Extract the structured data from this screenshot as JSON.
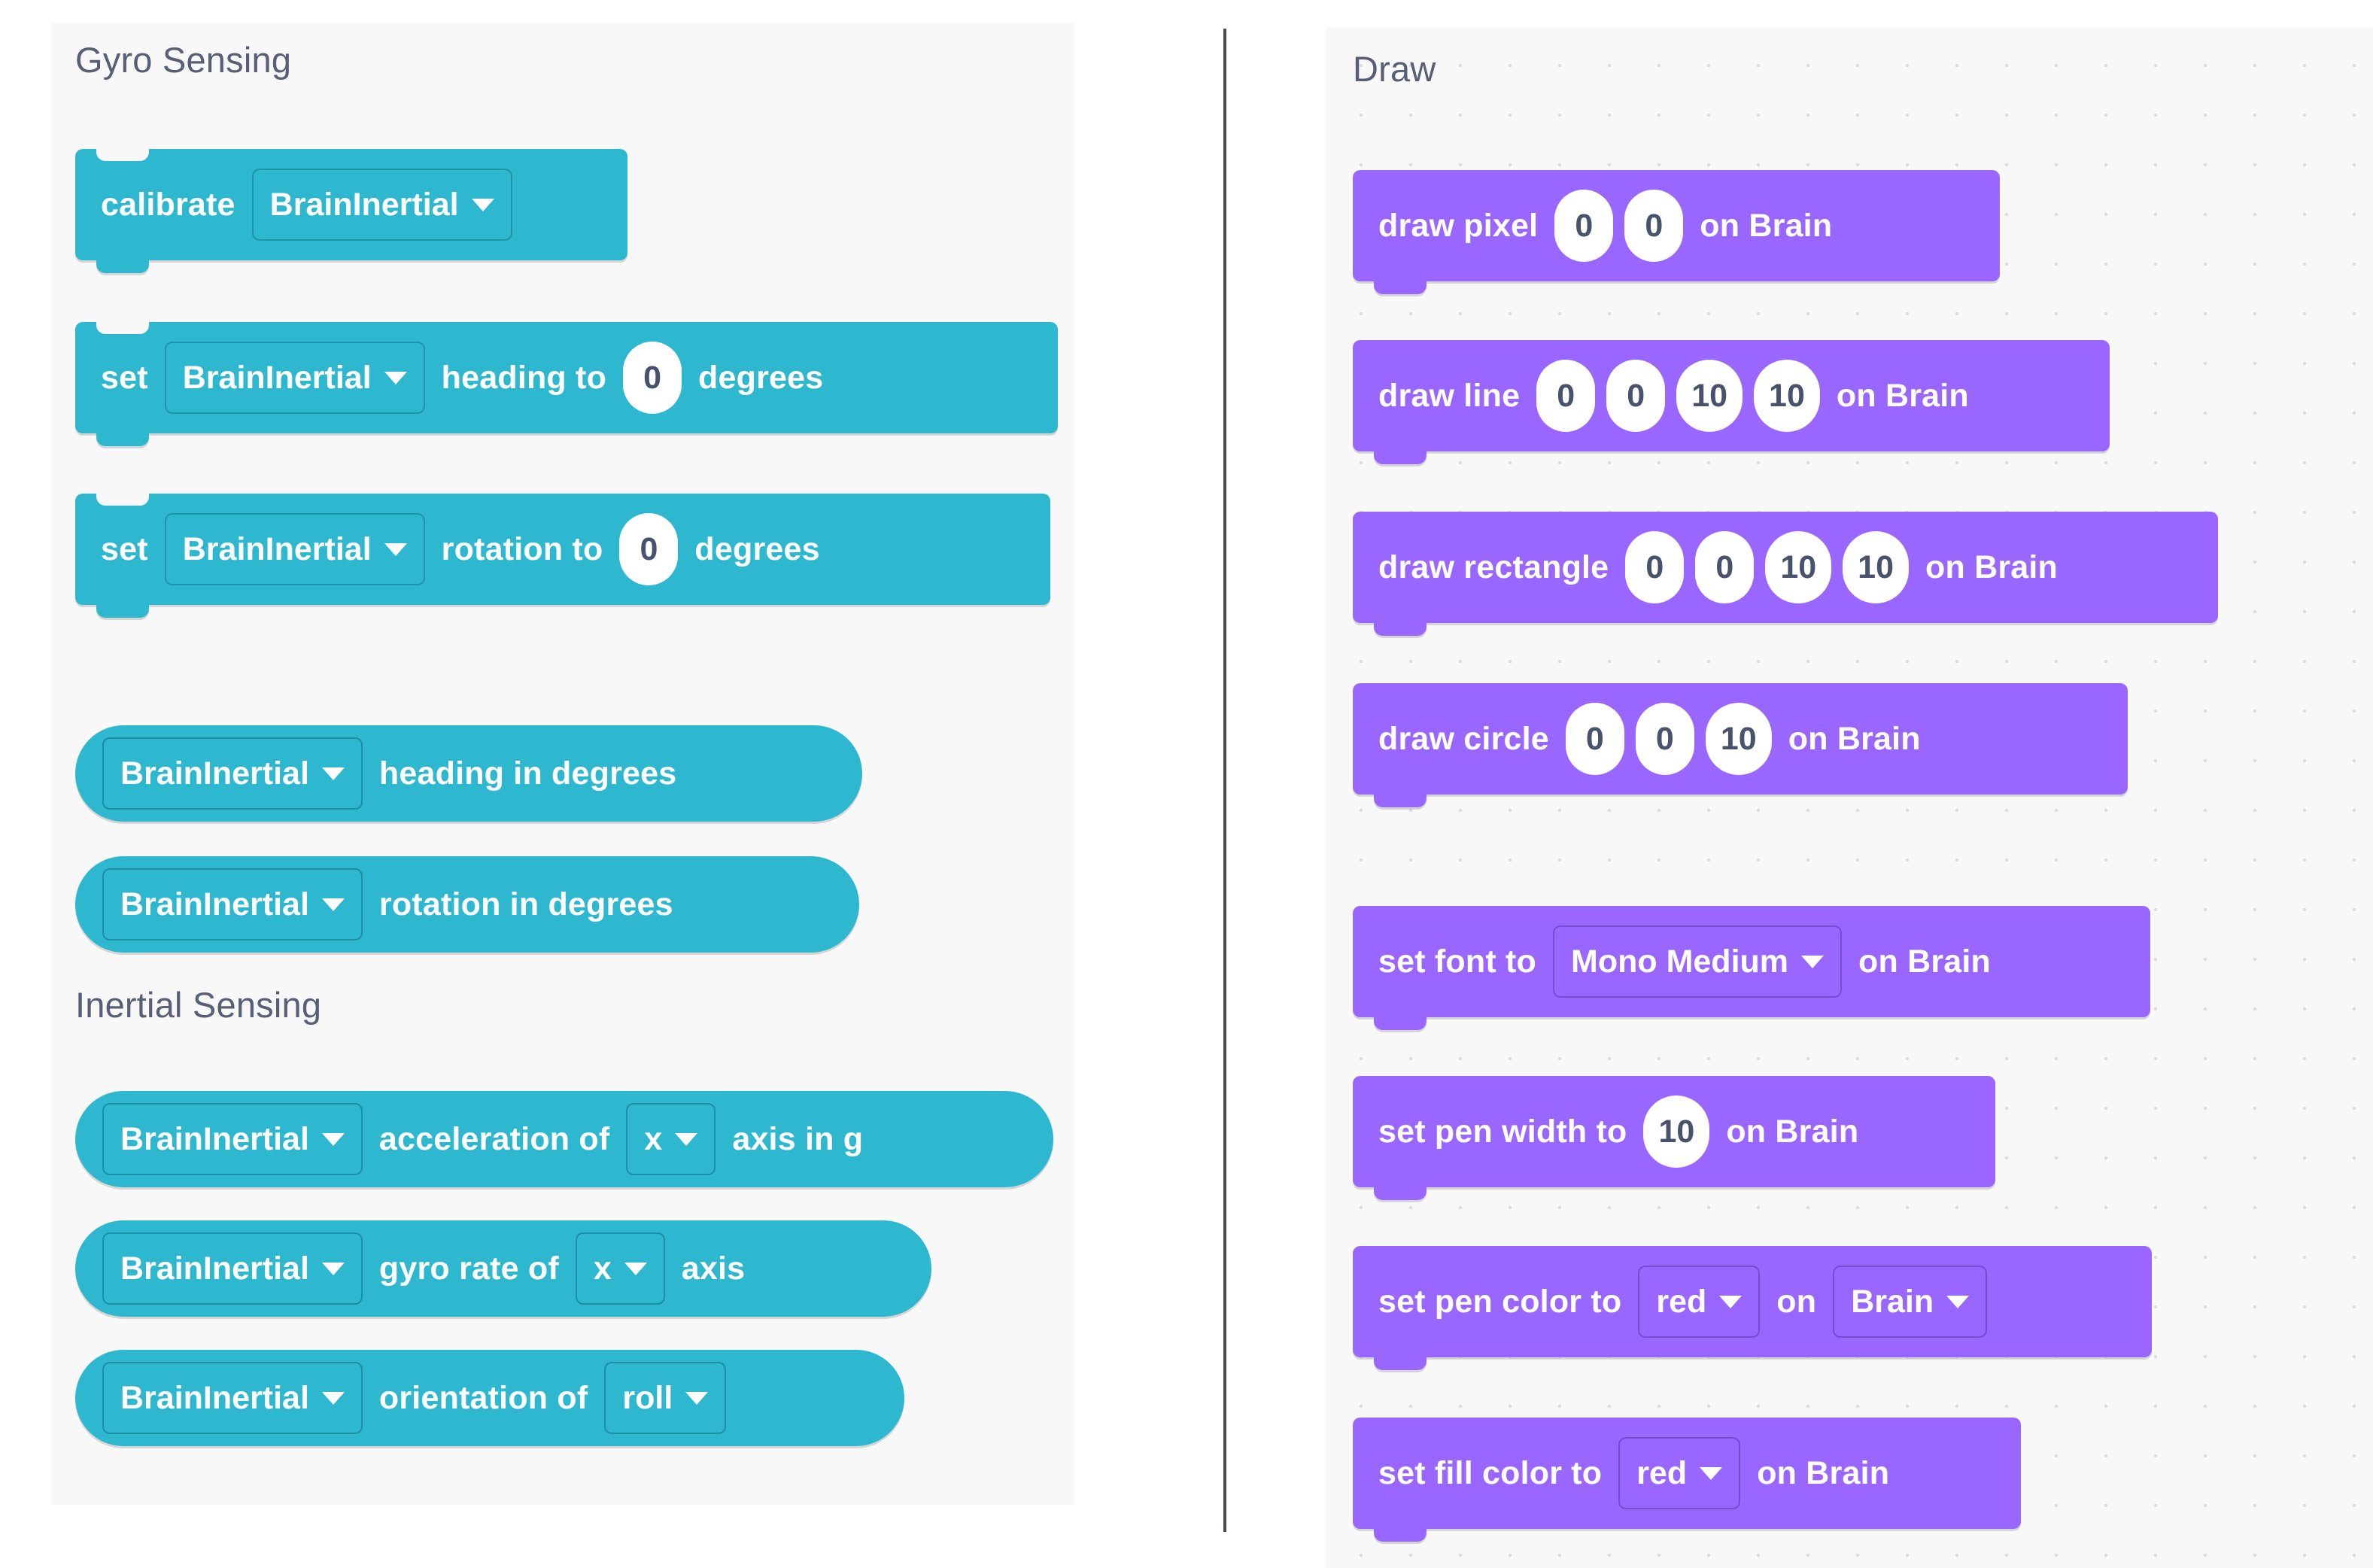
{
  "theme": {
    "teal": "#2eb8d0",
    "purple": "#9966ff",
    "panel_bg": "#f8f8f9",
    "header_text": "#575e75",
    "field_text": "#48526b",
    "divider": "#4a4a52"
  },
  "left_panel": {
    "sections": [
      {
        "title": "Gyro Sensing"
      },
      {
        "title": "Inertial Sensing"
      }
    ],
    "blocks": {
      "calibrate": {
        "kind": "stack",
        "label": "calibrate",
        "device": "BrainInertial"
      },
      "set_heading": {
        "kind": "stack",
        "label_set": "set",
        "device": "BrainInertial",
        "label_mid": "heading to",
        "value": "0",
        "label_end": "degrees"
      },
      "set_rotation": {
        "kind": "stack",
        "label_set": "set",
        "device": "BrainInertial",
        "label_mid": "rotation to",
        "value": "0",
        "label_end": "degrees"
      },
      "heading_reporter": {
        "kind": "reporter",
        "device": "BrainInertial",
        "label": "heading in degrees"
      },
      "rotation_reporter": {
        "kind": "reporter",
        "device": "BrainInertial",
        "label": "rotation in degrees"
      },
      "acceleration": {
        "kind": "reporter",
        "device": "BrainInertial",
        "label_mid": "acceleration of",
        "axis": "x",
        "label_end": "axis in g"
      },
      "gyro_rate": {
        "kind": "reporter",
        "device": "BrainInertial",
        "label_mid": "gyro rate of",
        "axis": "x",
        "label_end": "axis"
      },
      "orientation": {
        "kind": "reporter",
        "device": "BrainInertial",
        "label_mid": "orientation of",
        "axis": "roll"
      }
    }
  },
  "right_panel": {
    "sections": [
      {
        "title": "Draw"
      }
    ],
    "blocks": {
      "draw_pixel": {
        "kind": "stack",
        "label": "draw pixel",
        "values": [
          "0",
          "0"
        ],
        "label_end": "on Brain"
      },
      "draw_line": {
        "kind": "stack",
        "label": "draw line",
        "values": [
          "0",
          "0",
          "10",
          "10"
        ],
        "label_end": "on Brain"
      },
      "draw_rectangle": {
        "kind": "stack",
        "label": "draw rectangle",
        "values": [
          "0",
          "0",
          "10",
          "10"
        ],
        "label_end": "on Brain"
      },
      "draw_circle": {
        "kind": "stack",
        "label": "draw circle",
        "values": [
          "0",
          "0",
          "10"
        ],
        "label_end": "on Brain"
      },
      "set_font": {
        "kind": "stack",
        "label": "set font to",
        "font": "Mono Medium",
        "label_end": "on Brain"
      },
      "set_pen_width": {
        "kind": "stack",
        "label": "set pen width to",
        "value": "10",
        "label_end": "on Brain"
      },
      "set_pen_color": {
        "kind": "stack",
        "label": "set pen color to",
        "color": "red",
        "label_mid": "on",
        "device": "Brain"
      },
      "set_fill_color": {
        "kind": "stack",
        "label": "set fill color to",
        "color": "red",
        "label_end": "on Brain"
      }
    }
  },
  "icons": {
    "caret": "chevron-down-icon"
  }
}
